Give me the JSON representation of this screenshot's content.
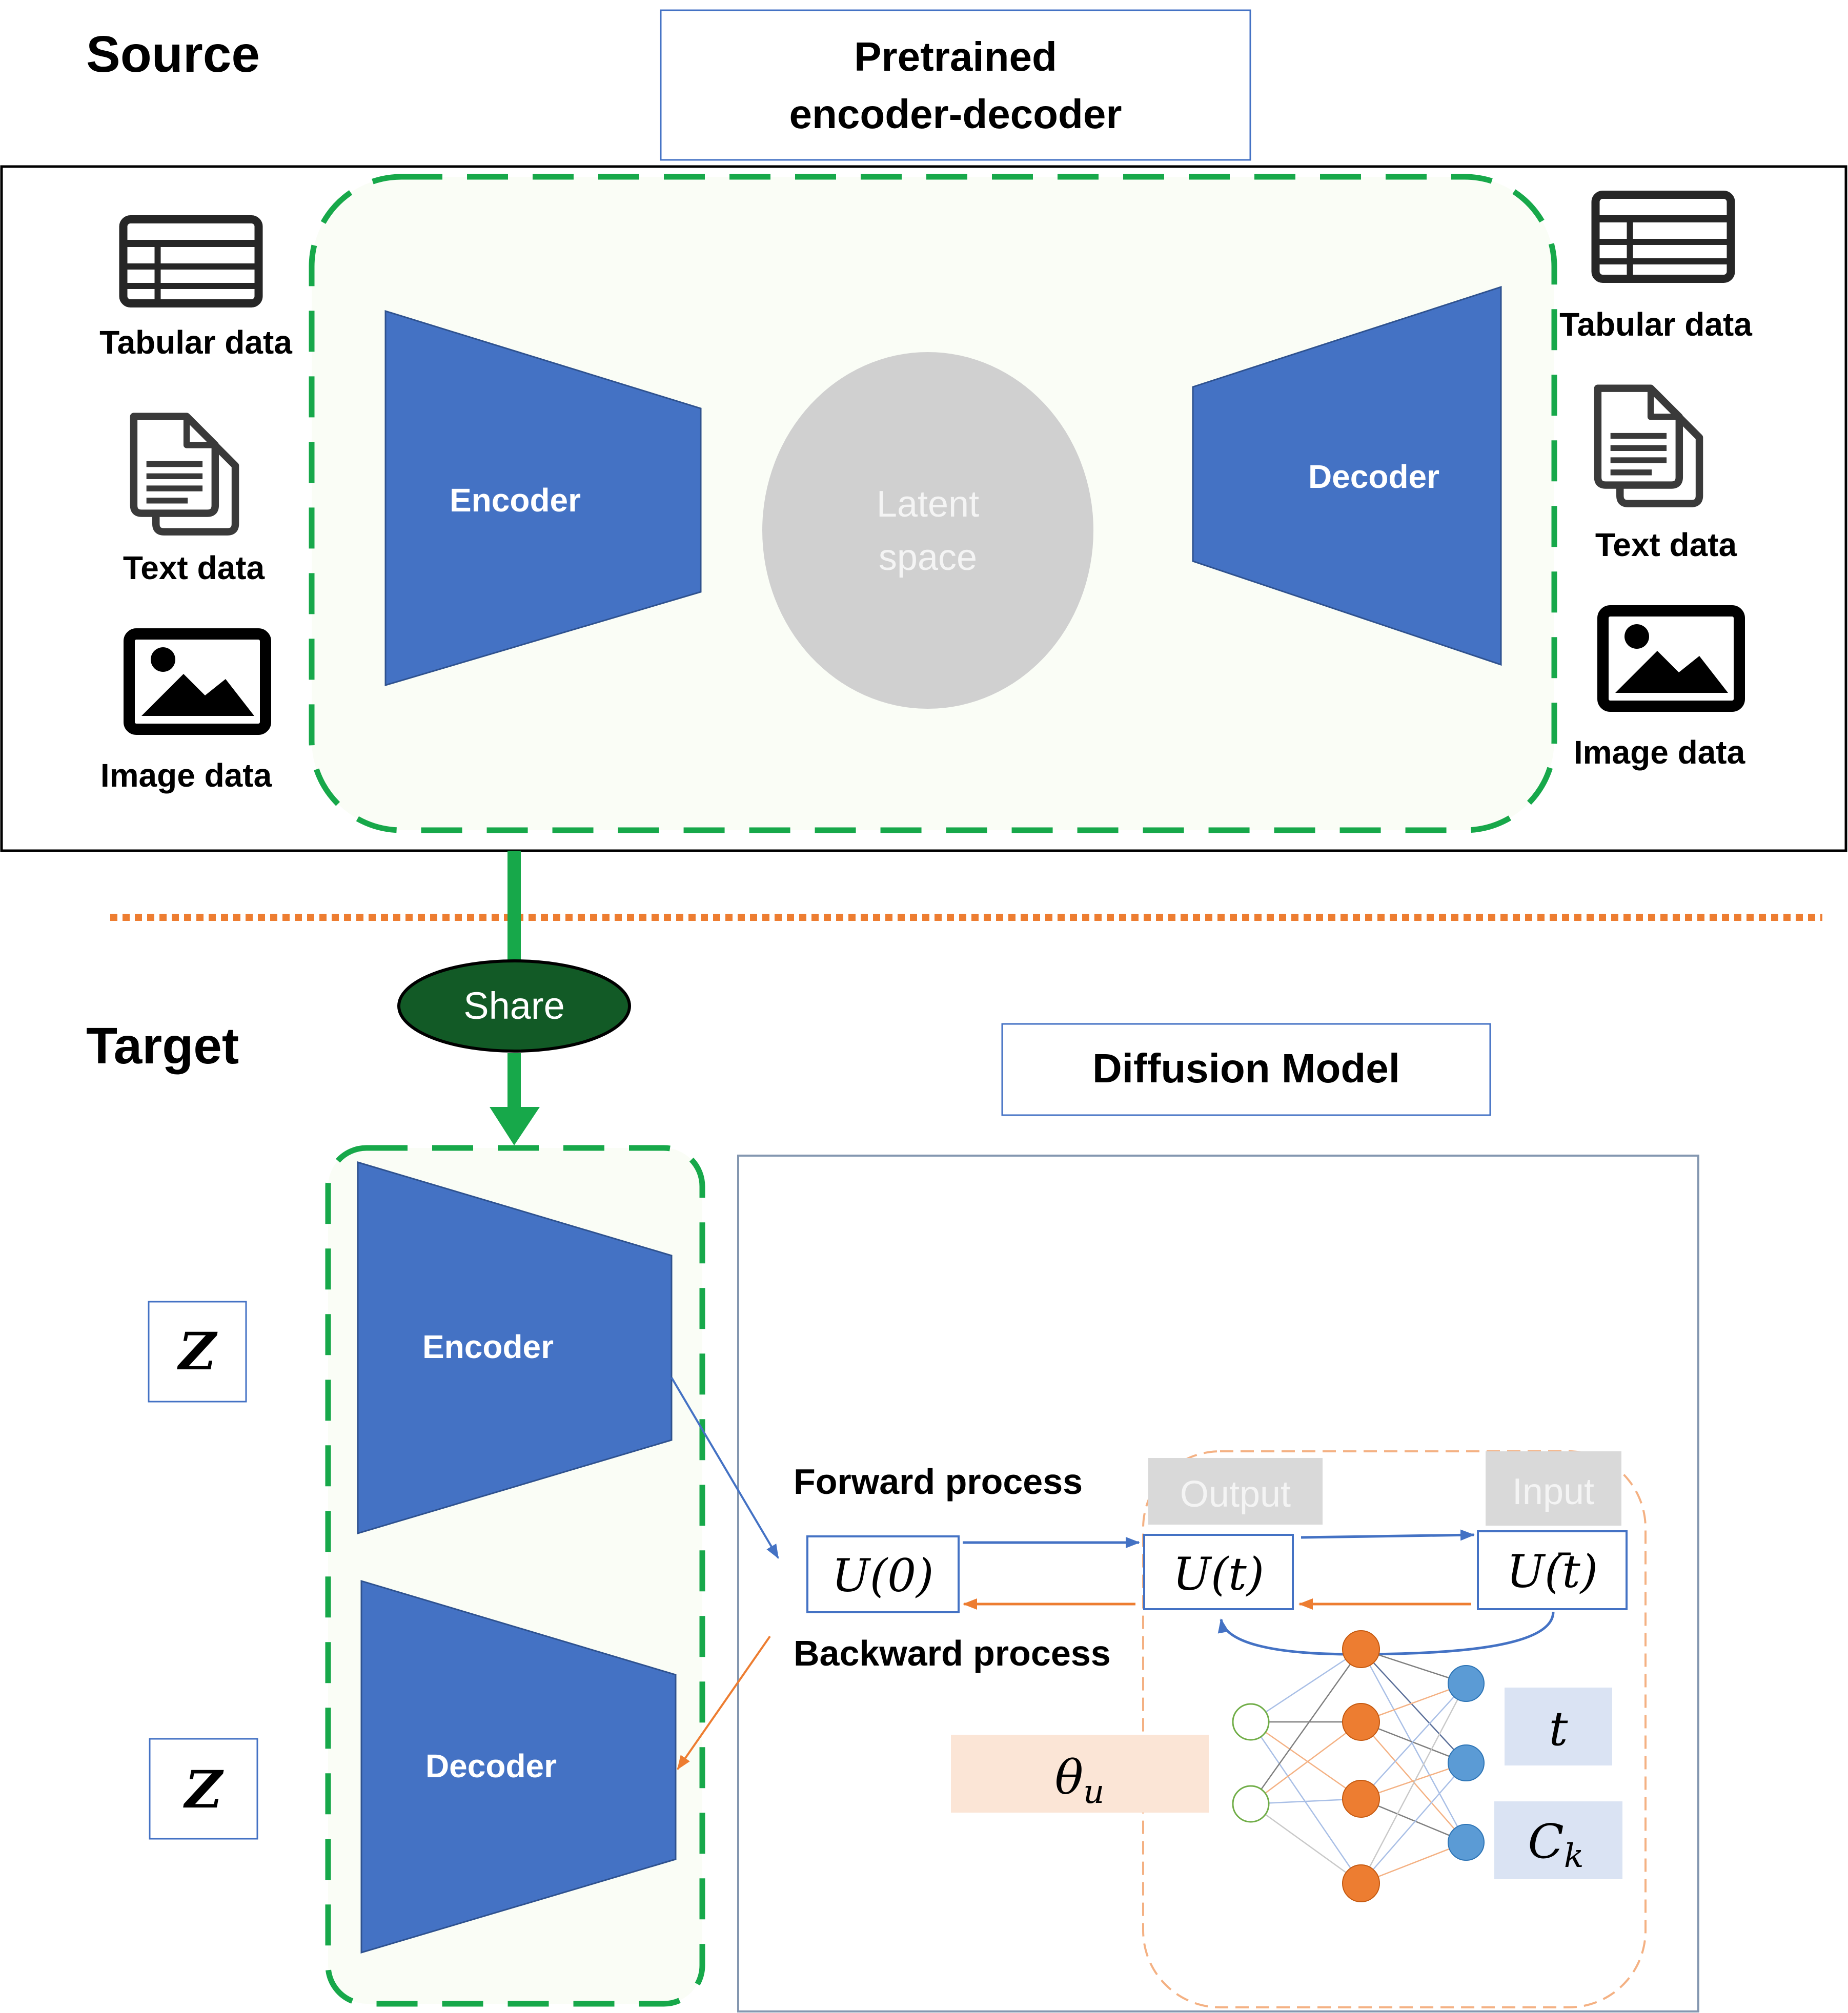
{
  "source": {
    "heading": "Source",
    "title_line1": "Pretrained",
    "title_line2": "encoder-decoder",
    "inputs": [
      {
        "label": "Tabular data",
        "icon": "table-icon"
      },
      {
        "label": "Text data",
        "icon": "document-icon"
      },
      {
        "label": "Image data",
        "icon": "image-icon"
      }
    ],
    "outputs": [
      {
        "label": "Tabular data",
        "icon": "table-icon"
      },
      {
        "label": "Text data",
        "icon": "document-icon"
      },
      {
        "label": "Image data",
        "icon": "image-icon"
      }
    ],
    "encoder_label": "Encoder",
    "latent_line1": "Latent",
    "latent_line2": "space",
    "decoder_label": "Decoder"
  },
  "share_label": "Share",
  "target": {
    "heading": "Target",
    "z_top": "Z",
    "z_bottom": "Z",
    "encoder_label": "Encoder",
    "decoder_label": "Decoder"
  },
  "diffusion": {
    "title": "Diffusion Model",
    "forward_label": "Forward process",
    "backward_label": "Backward process",
    "u0": "U(0)",
    "ut": "U(t)",
    "ubar_prefix": "U(",
    "ubar_var": "t",
    "ubar_suffix": ")",
    "output_tag": "Output",
    "input_tag": "Input",
    "theta_base": "θ",
    "theta_sub": "u",
    "t_label": "t",
    "ck_base": "C",
    "ck_sub": "k"
  },
  "colors": {
    "trapezoid_blue": "#4472c4",
    "latent_gray": "#d0d0d0",
    "green_dash": "#17a84a",
    "share_oval": "#125a26",
    "orange_dot": "#ed7d31",
    "node_orange": "#ed7d31",
    "node_blue": "#5b9bd5",
    "theta_bg": "#fbe5d6",
    "tag_gray": "#d9d9d9",
    "param_bg": "#dae3f3"
  }
}
